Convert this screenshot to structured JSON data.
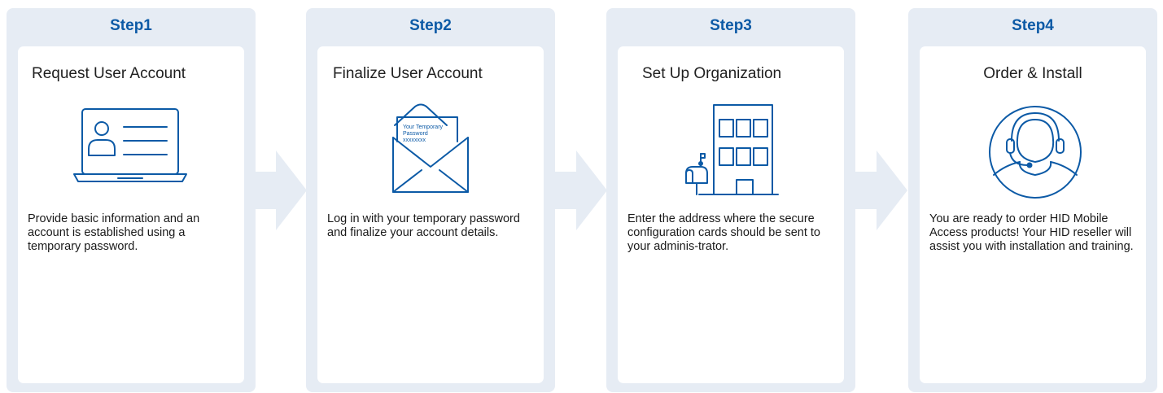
{
  "accent_color": "#0c5aa6",
  "panel_color": "#e6ecf4",
  "steps": [
    {
      "label": "Step1",
      "heading": "Request User Account",
      "icon": "laptop-user-profile-icon",
      "description": "Provide basic information and an account is established using a temporary password."
    },
    {
      "label": "Step2",
      "heading": "Finalize User Account",
      "icon": "envelope-letter-icon",
      "letter_lines": [
        "Your Temporary",
        "Password",
        "xxxxxxxx"
      ],
      "description": "Log in with your temporary password and finalize your account details."
    },
    {
      "label": "Step3",
      "heading": "Set Up Organization",
      "icon": "office-building-mailbox-icon",
      "description": "Enter the address where the secure configuration cards should be sent to your adminis-trator."
    },
    {
      "label": "Step4",
      "heading": "Order & Install",
      "icon": "support-agent-headset-icon",
      "description": "You are ready to order HID Mobile Access products! Your HID reseller will assist you with installation and training."
    }
  ]
}
